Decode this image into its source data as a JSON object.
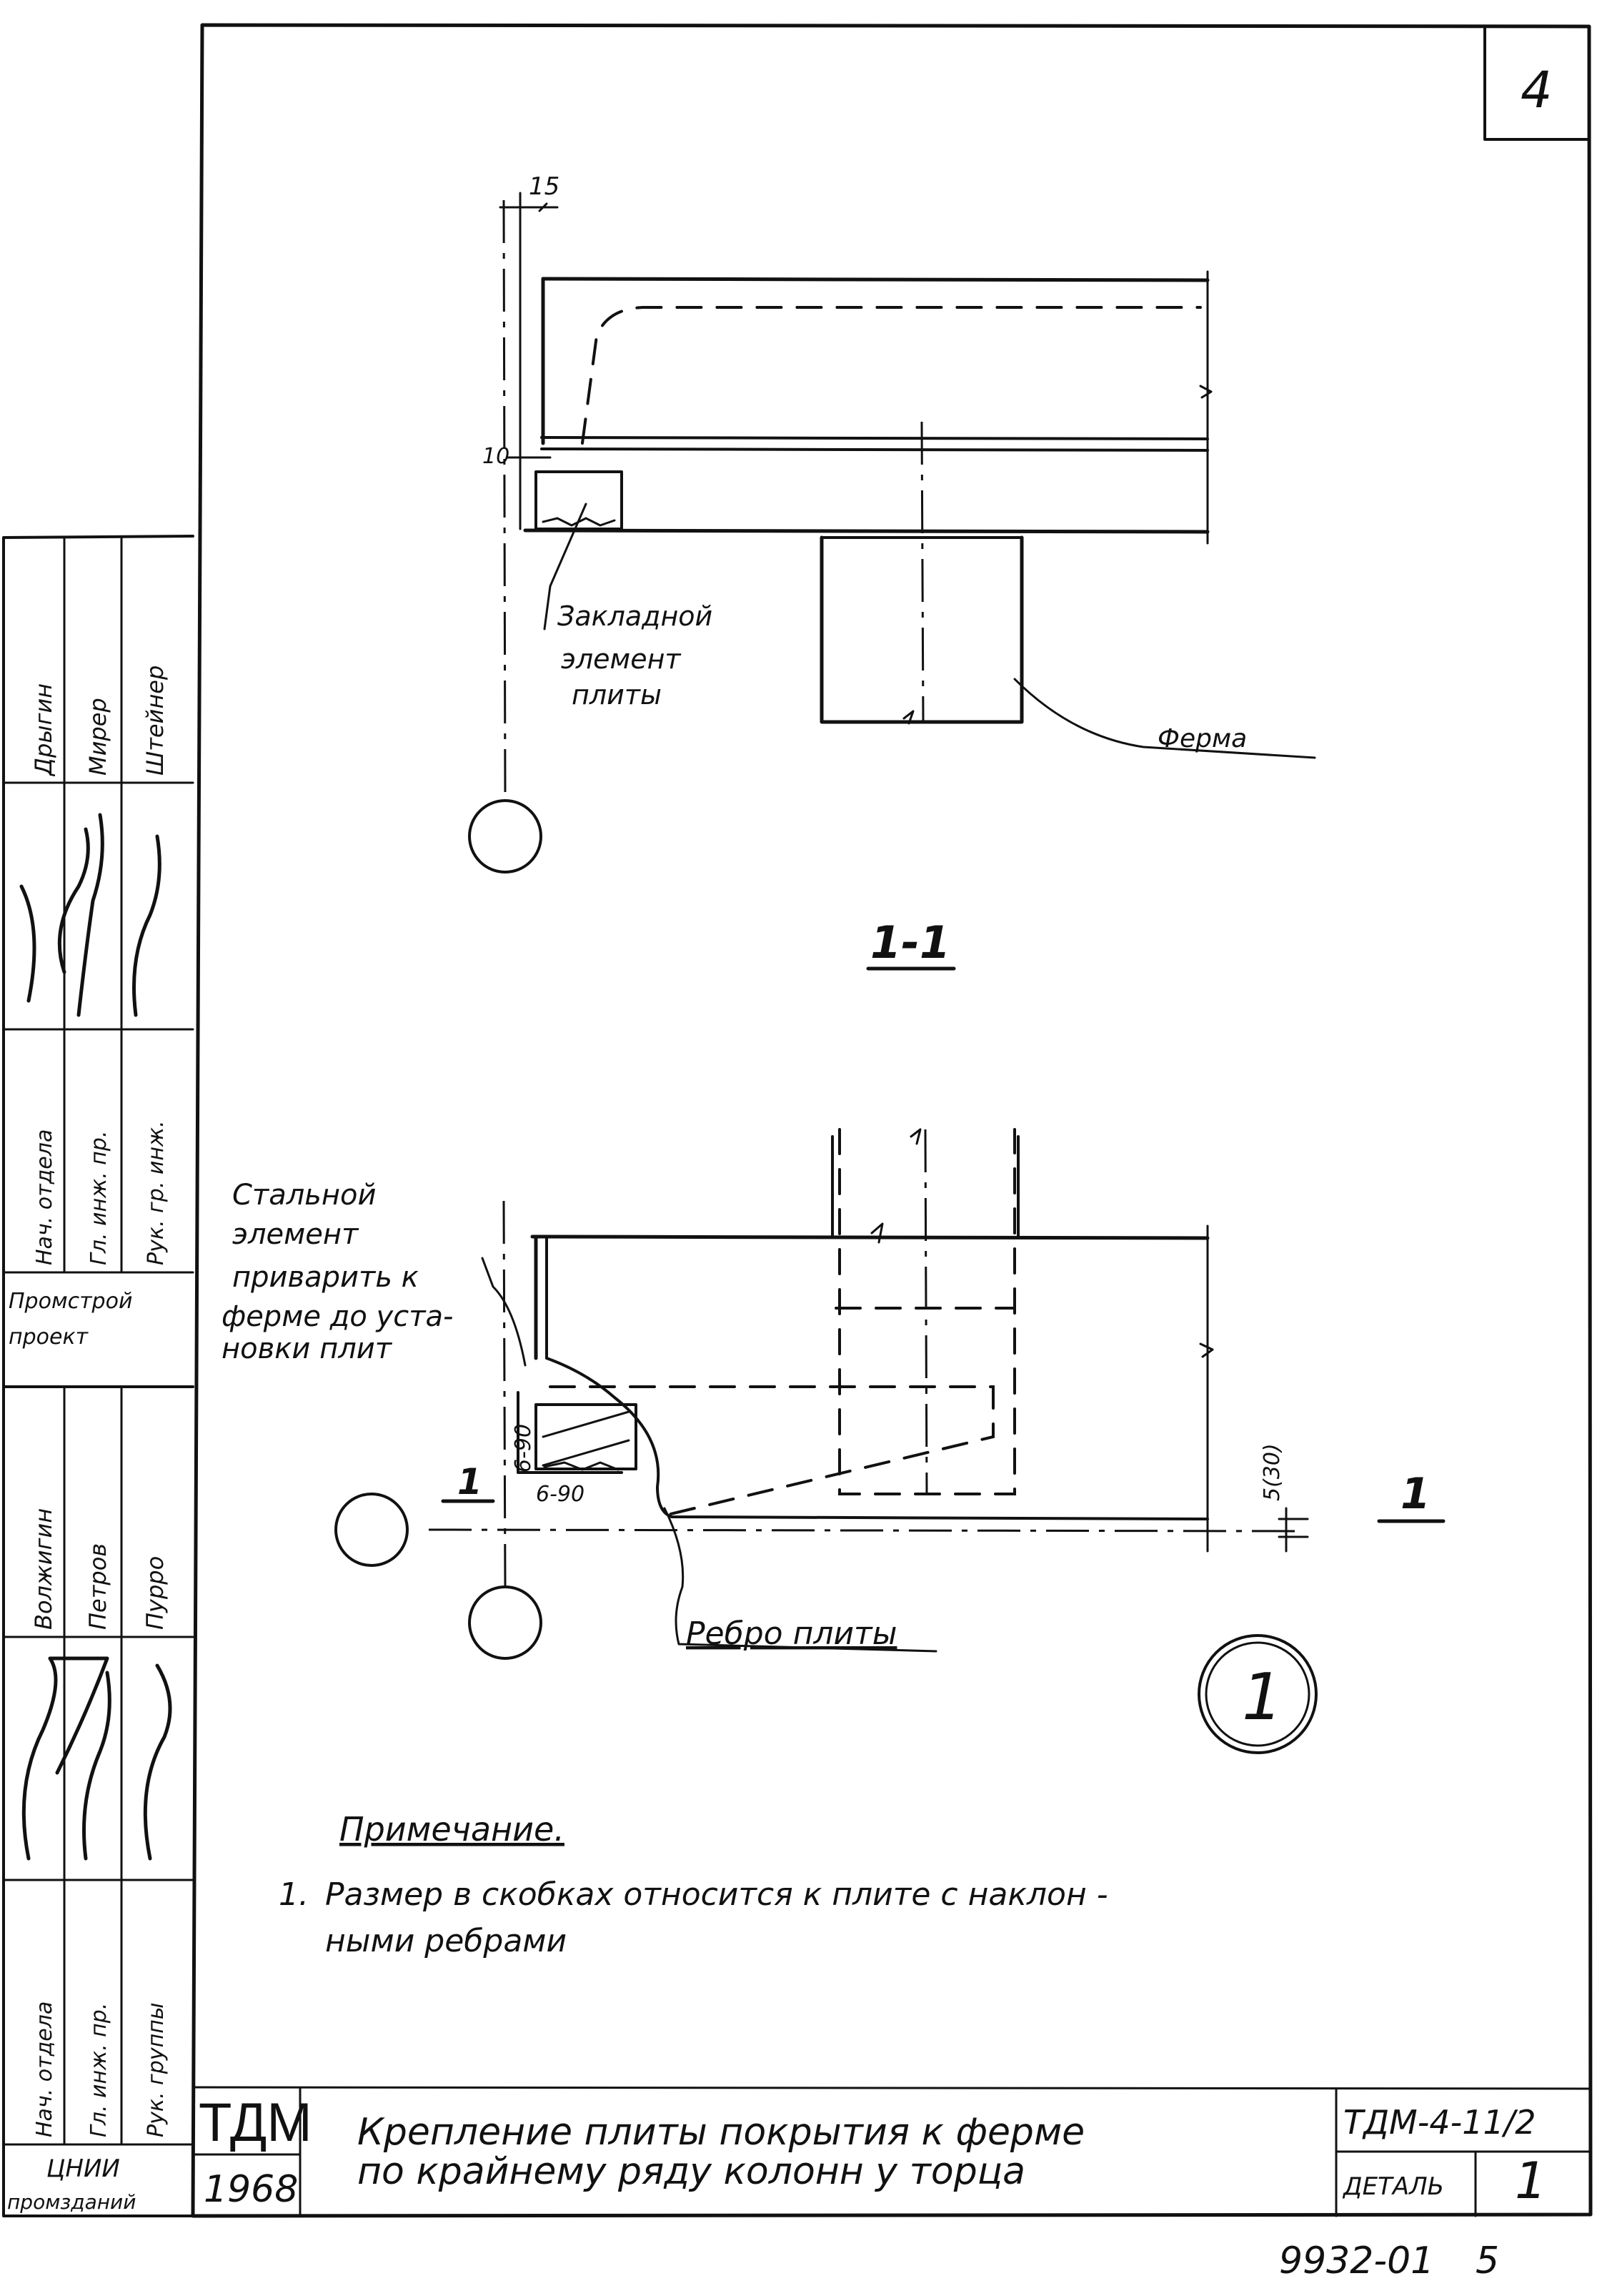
{
  "sheet": {
    "sheet_number": "4",
    "page_number": "5",
    "archive_number": "9932-01"
  },
  "section_1_1": {
    "dim_15": "15",
    "dim_10": "10",
    "embedded_label_line1": "Закладной",
    "embedded_label_line2": "элемент",
    "embedded_label_line3": "плиты",
    "truss_label": "Ферма",
    "section_mark": "1-1"
  },
  "plan_detail": {
    "steel_label_line1": "Стальной",
    "steel_label_line2": "элемент",
    "steel_label_line3": "приварить к",
    "steel_label_line4": "ферме до уста-",
    "steel_label_line5": "новки плит",
    "weld_left": "6-90",
    "weld_bottom": "6-90",
    "dim_bracket": "5(30)",
    "cut_mark_left": "1",
    "cut_mark_right": "1",
    "rib_label": "Ребро плиты",
    "detail_number": "1"
  },
  "notes": {
    "heading": "Примечание.",
    "item_number": "1.",
    "item_line1": "Размер в скобках относится к плите с наклон -",
    "item_line2": "ными ребрами"
  },
  "title_block": {
    "org_logo": "ТДМ",
    "year": "1968",
    "title_line1": "Крепление плиты покрытия к ферме",
    "title_line2": "по крайнему ряду колонн у торца",
    "code": "ТДМ-4-11/2",
    "detail_label": "ДЕТАЛЬ",
    "detail_value": "1"
  },
  "side_stamp": {
    "upper_roles": [
      "Нач. отдела",
      "Гл. инж. пр.",
      "Рук. гр. инж."
    ],
    "upper_names": [
      "Дрыгин",
      "Мирер",
      "Штейнер"
    ],
    "upper_org_line1": "Промстрой",
    "upper_org_line2": "проект",
    "lower_names": [
      "Волжигин",
      "Петров",
      "Пурро"
    ],
    "lower_roles": [
      "Нач. отдела",
      "Гл. инж. пр.",
      "Рук. группы"
    ],
    "lower_org_line1": "ЦНИИ",
    "lower_org_line2": "промзданий"
  }
}
